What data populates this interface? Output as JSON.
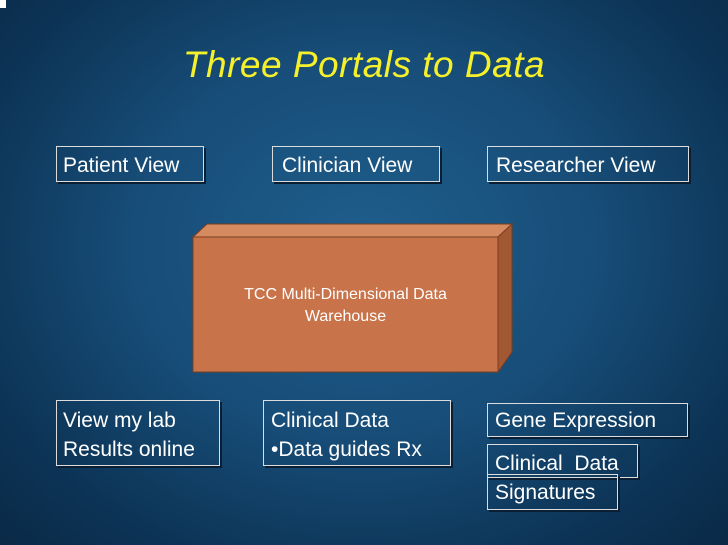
{
  "title": "Three Portals to Data",
  "portals": {
    "patient": "Patient View",
    "clinician": "Clinician View",
    "researcher": "Researcher View"
  },
  "warehouse": {
    "line1": "TCC Multi-Dimensional Data",
    "line2": "Warehouse"
  },
  "details": {
    "patient": [
      "View my lab",
      "Results online"
    ],
    "clinician": [
      "Clinical Data",
      "•Data guides Rx"
    ],
    "researcher": [
      "Gene Expression",
      "Clinical  Data",
      "Signatures"
    ]
  },
  "colors": {
    "title": "#f5f02a",
    "warehouse_face": "#c8734a",
    "warehouse_side": "#a35834",
    "background": "#174d78"
  }
}
